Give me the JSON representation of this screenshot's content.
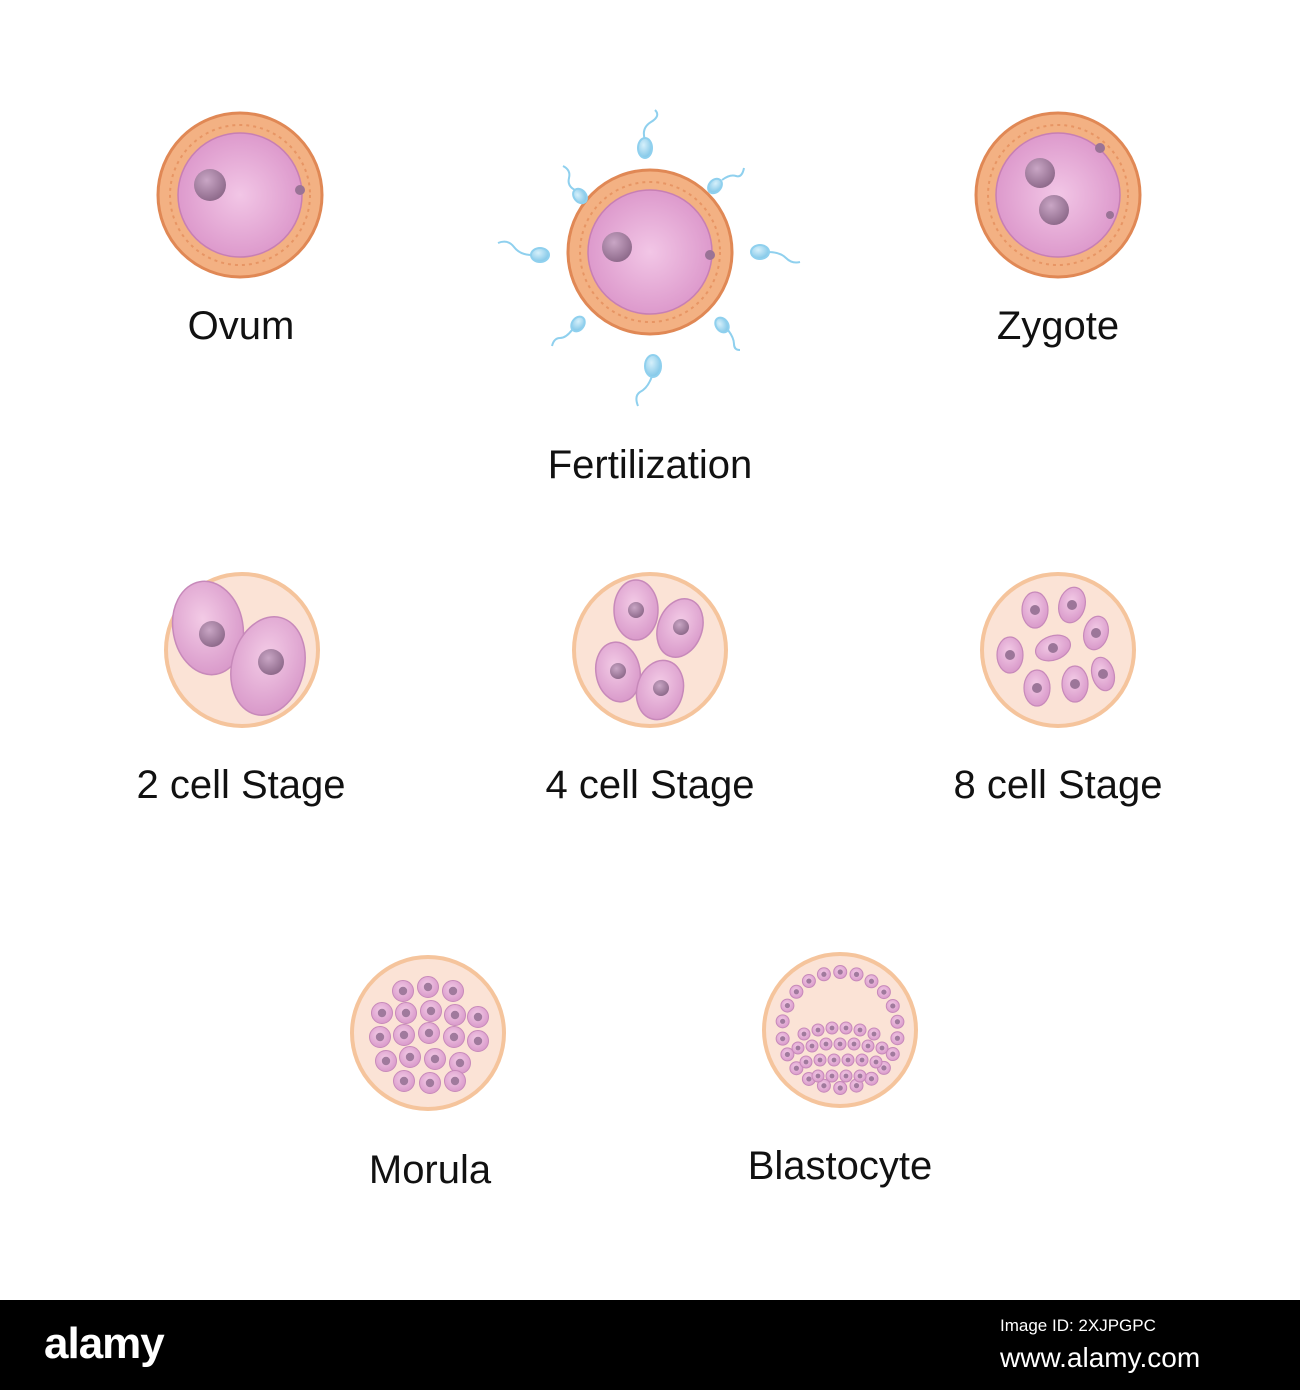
{
  "stages": {
    "ovum": "Ovum",
    "fertilization": "Fertilization",
    "zygote": "Zygote",
    "two_cell": "2 cell Stage",
    "four_cell": "4 cell Stage",
    "eight_cell": "8 cell Stage",
    "morula": "Morula",
    "blastocyte": "Blastocyte"
  },
  "footer": {
    "logo_text": "alamy",
    "image_id": "Image ID: 2XJPGPC",
    "site": "www.alamy.com"
  },
  "colors": {
    "zona": "#f3b183",
    "zona_line": "#e08855",
    "cytoplasm": "#e2a0cf",
    "nucleus": "#a880a4",
    "sperm": "#8fd0ee",
    "embryo_bg": "#fbe3d6",
    "embryo_ring": "#f5c49c",
    "cell": "#e2a6d4"
  }
}
